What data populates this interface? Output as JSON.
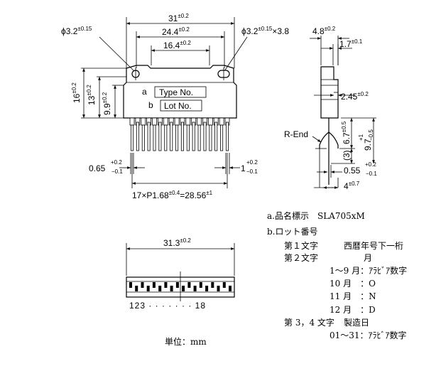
{
  "front_view": {
    "overall_width": {
      "base": "31",
      "tol": "±0.2"
    },
    "hole_pitch": {
      "base": "24.4",
      "tol": "±0.2"
    },
    "inner_width": {
      "base": "16.4",
      "tol": "±0.2"
    },
    "hole_left": {
      "base": "ϕ3.2",
      "tol": "±0.15"
    },
    "hole_right": {
      "base": "ϕ3.2",
      "tol": "±0.15",
      "suffix": "×3.8"
    },
    "height_total": {
      "base": "16",
      "tol": "±0.2"
    },
    "height_13": {
      "base": "13",
      "tol": "±0.2"
    },
    "height_9_9": {
      "base": "9.9",
      "tol": "±0.2"
    },
    "label_a": "a",
    "label_b": "b",
    "type_no": "Type No.",
    "lot_no": "Lot No.",
    "pin_width": {
      "base": "0.65",
      "tol_up": "+0.2",
      "tol_dn": "−0.1"
    },
    "pin_thk": {
      "base": "1",
      "tol_up": "+0.2",
      "tol_dn": "−0.1"
    },
    "pin_pitch": {
      "pre": "17×P1.68",
      "tol1": "±0.4",
      "mid": "=28.56",
      "tol2": "±1"
    }
  },
  "side_view": {
    "thickness": {
      "base": "4.8",
      "tol": "±0.2"
    },
    "offset": {
      "base": "1.7",
      "tol": "±0.1"
    },
    "dim_2_45": {
      "base": "2.45",
      "tol": "±0.2"
    },
    "r_end": "R-End",
    "dim_6_7": {
      "base": "6.7",
      "tol": "±0.5"
    },
    "dim_9_7": {
      "base": "9.7",
      "tol_up": "+1",
      "tol_dn": "−0.5"
    },
    "dim_3": "(3)",
    "dim_0_55": {
      "base": "0.55",
      "tol_up": "+0.2",
      "tol_dn": "−0.1"
    },
    "dim_4": {
      "base": "4",
      "tol": "±0.7"
    }
  },
  "bottom_view": {
    "width": {
      "base": "31.3",
      "tol": "±0.2"
    },
    "pin_numbers": "123 · · · · · · · 18"
  },
  "marking_notes": {
    "line_a": "a.品名標示　SLA705xM",
    "line_b": "b.ロット番号",
    "c1_label": "第１文字",
    "c1_desc": "西暦年号下一桁",
    "c2_label": "第２文字",
    "c2_desc": "月",
    "m_1_9": "1〜9 月：ｱﾗﾋﾞｱ数字",
    "m_10": "10 月　：O",
    "m_11": "11 月　：N",
    "m_12": "12 月　：D",
    "c34_label": "第 3，4 文字",
    "c34_desc": "製造日",
    "days": "01〜31：ｱﾗﾋﾞｱ数字"
  },
  "unit_label": "単位：mm"
}
